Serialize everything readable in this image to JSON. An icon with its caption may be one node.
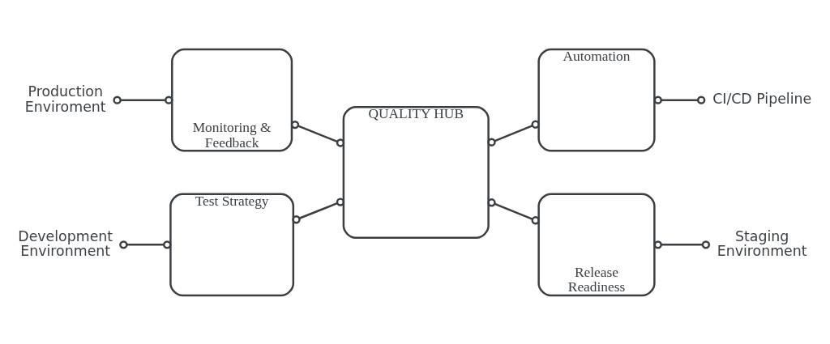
{
  "diagram": {
    "nodes": [
      {
        "text": [
          "Test Strategy"
        ]
      },
      {
        "text": [
          "Automation"
        ]
      },
      {
        "text": [
          "QUALITY HUB"
        ]
      },
      {
        "text": [
          "Monitoring & Feedback"
        ]
      },
      {
        "text": [
          "Release Readiness"
        ]
      },
      {
        "text": [
          "Development Environment"
        ]
      },
      {
        "text": [
          "CI/CD Pipeline"
        ]
      },
      {
        "text": [
          "Production Enviroment"
        ]
      },
      {
        "text": [
          "Staging Environment"
        ]
      }
    ],
    "edges": [
      {
        "from": 5,
        "to": 0,
        "arrow": "other"
      },
      {
        "from": 0,
        "to": 2,
        "arrow": "other"
      },
      {
        "from": 2,
        "to": 1,
        "arrow": "other"
      },
      {
        "from": 1,
        "to": 6,
        "arrow": "other"
      },
      {
        "from": 7,
        "to": 3,
        "arrow": "other"
      },
      {
        "from": 3,
        "to": 2,
        "arrow": "other"
      },
      {
        "from": 2,
        "to": 4,
        "arrow": "other"
      },
      {
        "from": 4,
        "to": 8,
        "arrow": "other"
      }
    ]
  }
}
